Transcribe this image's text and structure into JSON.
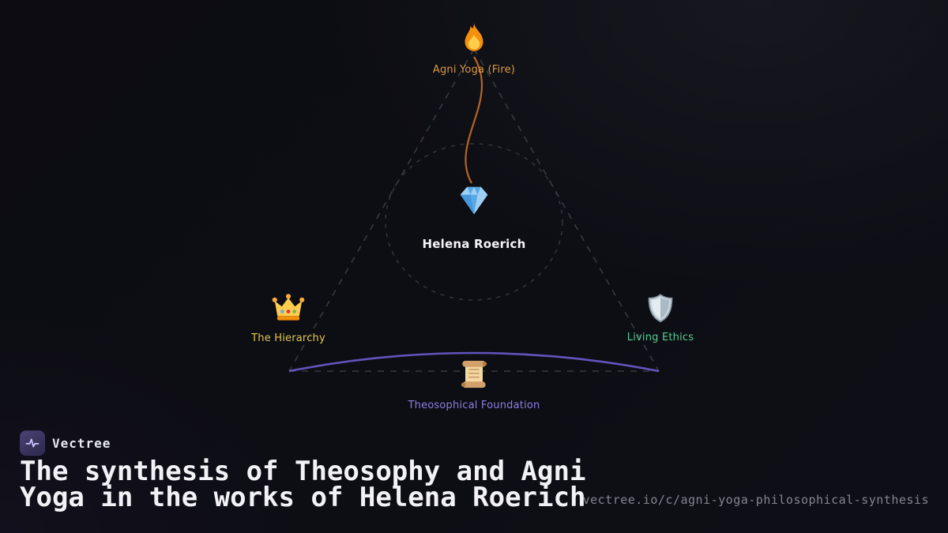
{
  "brand": {
    "name": "Vectree",
    "logo_icon": "pulse-icon",
    "logo_bg": "#3f3a66"
  },
  "card": {
    "title": "The synthesis of Theosophy and Agni Yoga in the works of Helena Roerich",
    "url": "vectree.io/c/agni-yoga-philosophical-synthesis"
  },
  "graph": {
    "center": {
      "label": "Helena Roerich",
      "icon": "gem-icon",
      "color": "#f5f5f8",
      "position": "center"
    },
    "nodes": [
      {
        "label": "Agni Yoga (Fire)",
        "icon": "fire-icon",
        "color": "#e09a3e",
        "position": "top"
      },
      {
        "label": "The Hierarchy",
        "icon": "crown-icon",
        "color": "#e2c94f",
        "position": "bottom-left"
      },
      {
        "label": "Living Ethics",
        "icon": "shield-icon",
        "color": "#57cd8e",
        "position": "bottom-right"
      },
      {
        "label": "Theosophical Foundation",
        "icon": "scroll-icon",
        "color": "#8d7de2",
        "position": "bottom-center"
      }
    ],
    "edge_colors": {
      "dashed_triangle": "#43434d",
      "dashed_orbit": "#3c3c46",
      "fire_curve": "#bf6b22",
      "hierarchy_ethics_arc": "#6a5ccf"
    }
  }
}
